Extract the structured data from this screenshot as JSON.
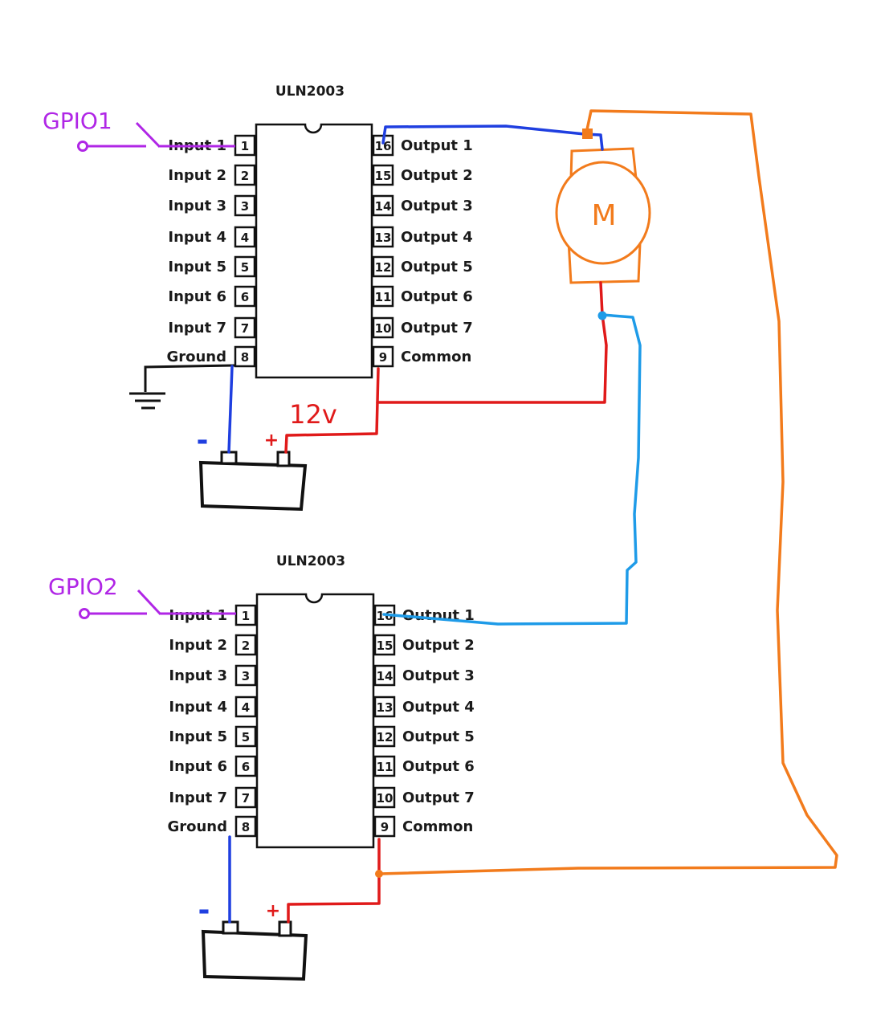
{
  "colors": {
    "gpio": "#b026e6",
    "wire_blue_dark": "#1f3fe0",
    "wire_blue_light": "#1e9be8",
    "wire_red": "#e01a1a",
    "wire_orange": "#f27b1c",
    "ink": "#111111"
  },
  "chips": [
    {
      "title": "ULN2003",
      "gpio_label": "GPIO1",
      "left_pins": [
        {
          "num": "1",
          "label": "Input 1"
        },
        {
          "num": "2",
          "label": "Input 2"
        },
        {
          "num": "3",
          "label": "Input 3"
        },
        {
          "num": "4",
          "label": "Input 4"
        },
        {
          "num": "5",
          "label": "Input 5"
        },
        {
          "num": "6",
          "label": "Input 6"
        },
        {
          "num": "7",
          "label": "Input 7"
        },
        {
          "num": "8",
          "label": "Ground"
        }
      ],
      "right_pins": [
        {
          "num": "16",
          "label": "Output 1"
        },
        {
          "num": "15",
          "label": "Output 2"
        },
        {
          "num": "14",
          "label": "Output 3"
        },
        {
          "num": "13",
          "label": "Output 4"
        },
        {
          "num": "12",
          "label": "Output 5"
        },
        {
          "num": "11",
          "label": "Output 6"
        },
        {
          "num": "10",
          "label": "Output 7"
        },
        {
          "num": "9",
          "label": "Common"
        }
      ]
    },
    {
      "title": "ULN2003",
      "gpio_label": "GPIO2",
      "left_pins": [
        {
          "num": "1",
          "label": "Input 1"
        },
        {
          "num": "2",
          "label": "Input 2"
        },
        {
          "num": "3",
          "label": "Input 3"
        },
        {
          "num": "4",
          "label": "Input 4"
        },
        {
          "num": "5",
          "label": "Input 5"
        },
        {
          "num": "6",
          "label": "Input 6"
        },
        {
          "num": "7",
          "label": "Input 7"
        },
        {
          "num": "8",
          "label": "Ground"
        }
      ],
      "right_pins": [
        {
          "num": "16",
          "label": "Output 1"
        },
        {
          "num": "15",
          "label": "Output 2"
        },
        {
          "num": "14",
          "label": "Output 3"
        },
        {
          "num": "13",
          "label": "Output 4"
        },
        {
          "num": "12",
          "label": "Output 5"
        },
        {
          "num": "11",
          "label": "Output 6"
        },
        {
          "num": "10",
          "label": "Output 7"
        },
        {
          "num": "9",
          "label": "Common"
        }
      ]
    }
  ],
  "motor": {
    "label": "M"
  },
  "battery_voltage": "12v",
  "battery_minus": "-",
  "battery_plus": "+"
}
